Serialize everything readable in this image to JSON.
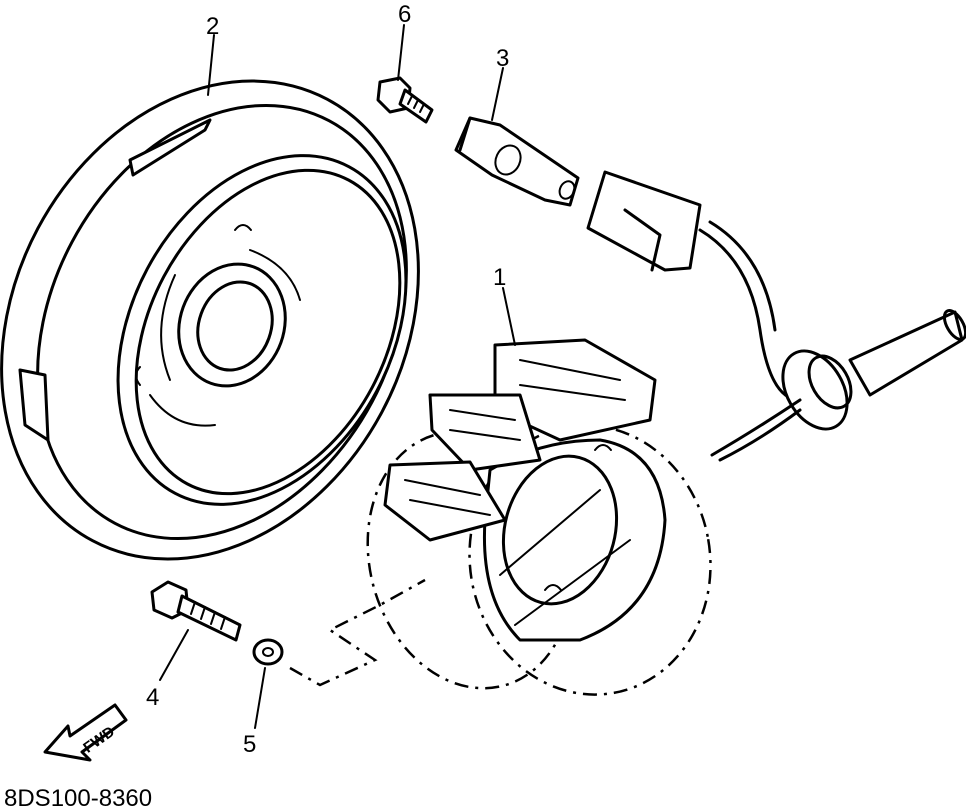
{
  "callouts": {
    "c1": "1",
    "c2": "2",
    "c3": "3",
    "c4": "4",
    "c5": "5",
    "c6": "6"
  },
  "fwd_label": "FWD",
  "diagram_code": "8DS100-8360",
  "colors": {
    "line": "#000000",
    "background": "#ffffff"
  }
}
